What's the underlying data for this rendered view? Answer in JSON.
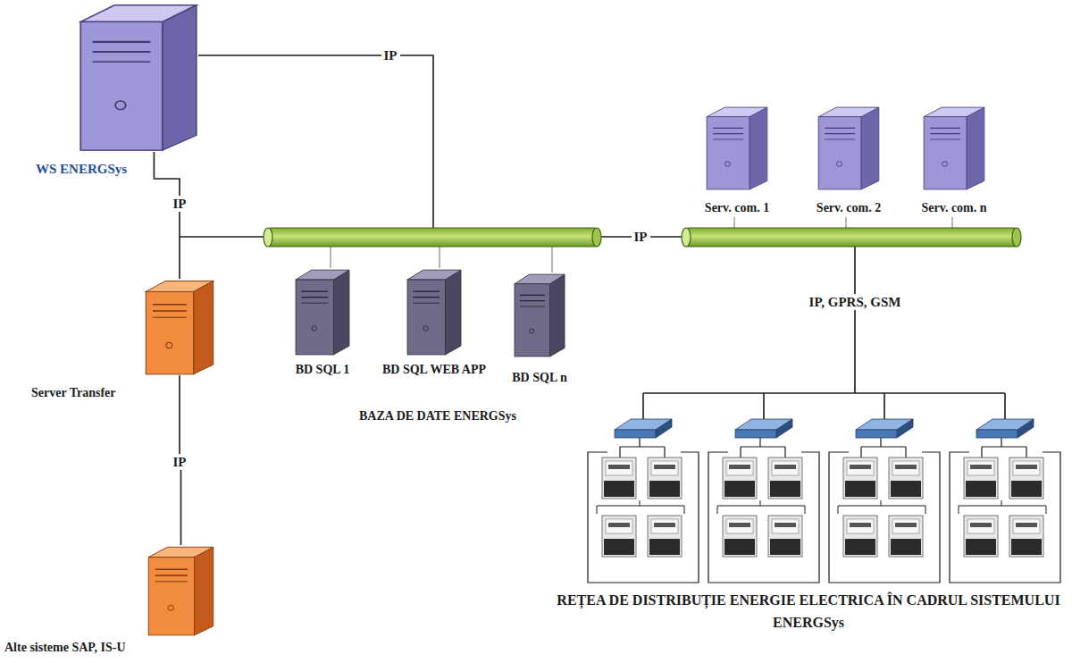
{
  "diagram": {
    "nodes": [
      {
        "text": [
          "WS ENERGSys"
        ]
      },
      {
        "text": [
          "Serv. com. 1"
        ]
      },
      {
        "text": [
          "Serv. com. 2"
        ]
      },
      {
        "text": [
          "Serv. com. n"
        ]
      },
      {
        "text": [
          "Server Transfer"
        ]
      },
      {
        "text": [
          "BD SQL 1"
        ]
      },
      {
        "text": [
          "BD SQL WEB APP"
        ]
      },
      {
        "text": [
          "BD SQL n"
        ]
      },
      {
        "text": [
          "Alte sisteme SAP, IS-U"
        ]
      }
    ],
    "edges": [
      {
        "from": 0,
        "to": 4,
        "label": "IP",
        "arrow": "none"
      },
      {
        "from": 4,
        "to": 8,
        "label": "IP",
        "arrow": "none"
      }
    ],
    "labels": [
      "IP",
      "IP",
      "IP, GPRS, GSM",
      "BAZA DE DATE ENERGSys",
      "REȚEA DE DISTRIBUȚIE ENERGIE ELECTRICA ÎN CADRUL SISTEMULUI ENERGSys"
    ]
  }
}
